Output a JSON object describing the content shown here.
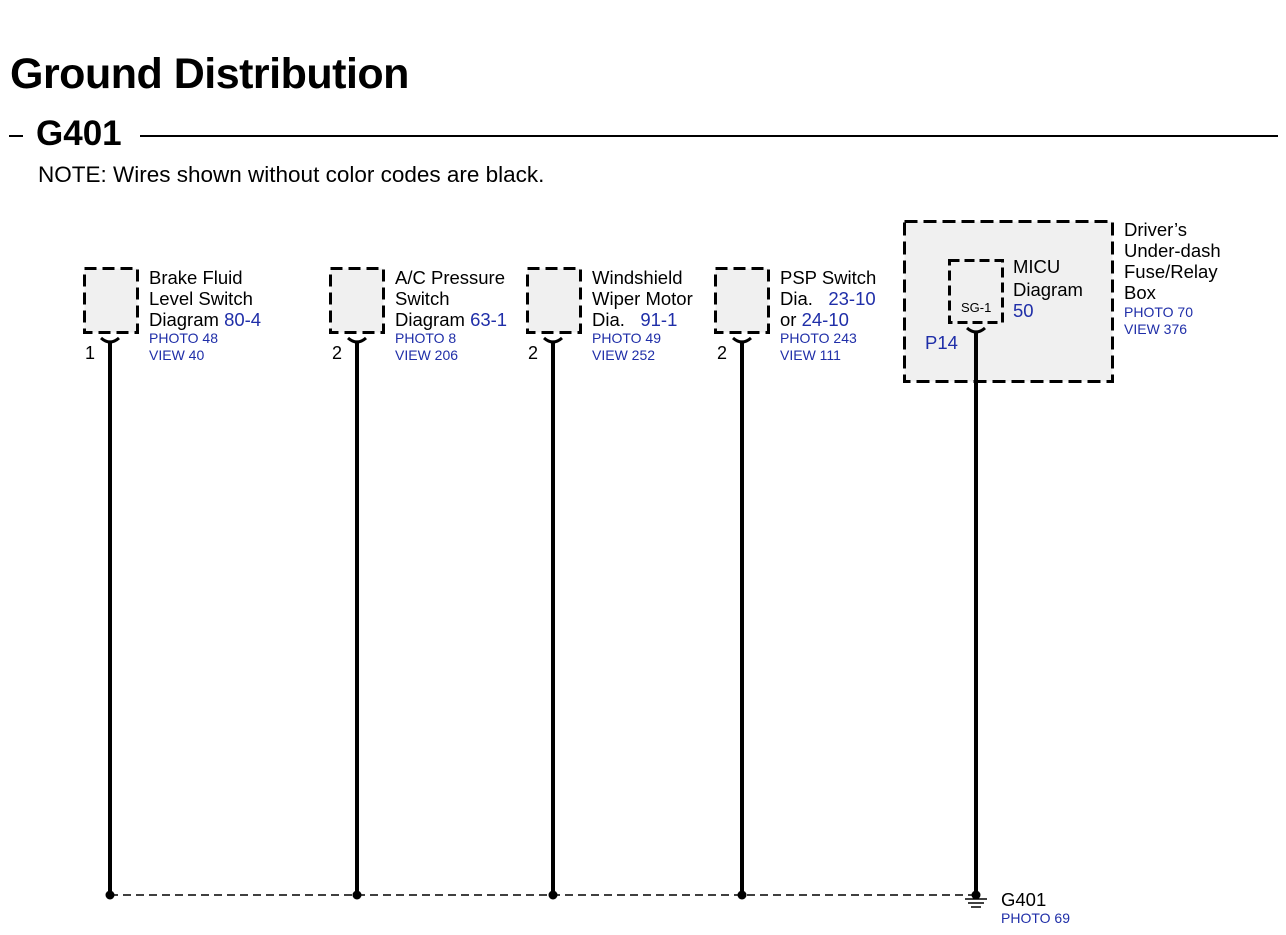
{
  "title": "Ground Distribution",
  "section": "G401",
  "note": "NOTE: Wires shown without color codes are black.",
  "components": [
    {
      "line1": "Brake Fluid",
      "line2": "Level Switch",
      "line3": "Diagram",
      "ref": "80-4",
      "photo": "PHOTO 48",
      "view": "VIEW 40",
      "pin": "1"
    },
    {
      "line1": "A/C Pressure",
      "line2": "Switch",
      "line3": "Diagram",
      "ref": "63-1",
      "photo": "PHOTO 8",
      "view": "VIEW 206",
      "pin": "2"
    },
    {
      "line1": "Windshield",
      "line2": "Wiper Motor",
      "line3": "Dia.",
      "ref": "91-1",
      "photo": "PHOTO 49",
      "view": "VIEW 252",
      "pin": "2"
    },
    {
      "line1": "PSP Switch",
      "line2": "Dia.",
      "ref_a": "23-10",
      "line3": "or",
      "ref_b": "24-10",
      "photo": "PHOTO 243",
      "view": "VIEW 111",
      "pin": "2"
    }
  ],
  "fuse_box": {
    "line1": "Driver’s",
    "line2": "Under-dash",
    "line3": "Fuse/Relay",
    "line4": "Box",
    "photo": "PHOTO 70",
    "view": "VIEW 376",
    "micu_line1": "MICU",
    "micu_line2": "Diagram",
    "micu_ref": "50",
    "connector_code": "SG-1",
    "connector": "P14"
  },
  "ground": {
    "name": "G401",
    "photo": "PHOTO 69"
  },
  "colors": {
    "reference": "#1f2ea8",
    "box_fill": "#f0f0f0",
    "wire": "#000000"
  }
}
